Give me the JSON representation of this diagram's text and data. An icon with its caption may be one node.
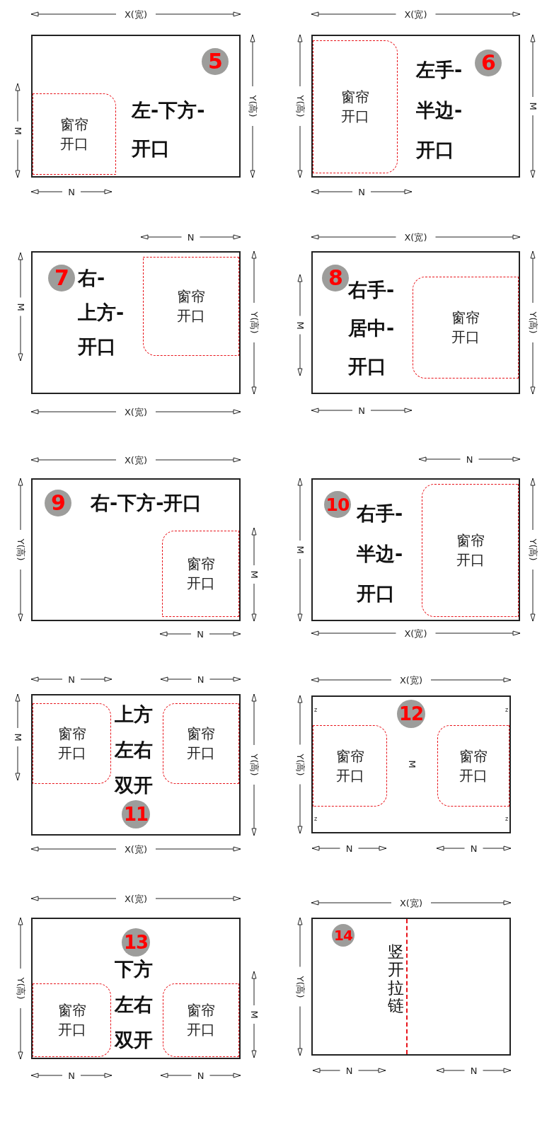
{
  "diagram": {
    "nodes": [
      {
        "text": [
          "左-下方-开口"
        ]
      },
      {
        "text": [
          "5"
        ],
        "in": 0
      },
      {
        "text": [
          "窗帘开口"
        ],
        "in": 0
      },
      {
        "text": [
          "左手-半边-开口"
        ]
      },
      {
        "text": [
          "6"
        ],
        "in": 3
      },
      {
        "text": [
          "窗帘开口"
        ],
        "in": 3
      },
      {
        "text": [
          "右-上方-开口"
        ]
      },
      {
        "text": [
          "7"
        ],
        "in": 6
      },
      {
        "text": [
          "窗帘开口"
        ],
        "in": 6
      },
      {
        "text": [
          "右手-居中-开口"
        ]
      },
      {
        "text": [
          "8"
        ],
        "in": 9
      },
      {
        "text": [
          "窗帘开口"
        ],
        "in": 9
      },
      {
        "text": [
          "右-下方-开口"
        ]
      },
      {
        "text": [
          "9"
        ],
        "in": 12
      },
      {
        "text": [
          "窗帘开口"
        ],
        "in": 12
      },
      {
        "text": [
          "右手-半边-开口"
        ]
      },
      {
        "text": [
          "10"
        ],
        "in": 15
      },
      {
        "text": [
          "窗帘开口"
        ],
        "in": 15
      },
      {
        "text": [
          "上方左右双开"
        ]
      },
      {
        "text": [
          "11"
        ],
        "in": 18
      },
      {
        "text": [
          "窗帘开口"
        ],
        "in": 18
      },
      {
        "text": [
          "窗帘开口"
        ],
        "in": 18
      },
      {
        "text": [],
        "shape": "box"
      },
      {
        "text": [
          "12"
        ],
        "in": 22
      },
      {
        "text": [
          "窗帘开口"
        ],
        "in": 22
      },
      {
        "text": [
          "窗帘开口"
        ],
        "in": 22
      },
      {
        "text": [
          "下方左右双开"
        ]
      },
      {
        "text": [
          "13"
        ],
        "in": 26
      },
      {
        "text": [
          "窗帘开口"
        ],
        "in": 26
      },
      {
        "text": [
          "窗帘开口"
        ],
        "in": 26
      },
      {
        "text": [
          "竖开拉链"
        ]
      },
      {
        "text": [
          "14"
        ],
        "in": 30
      }
    ],
    "labels": [
      "X(宽)",
      "M",
      "Y(高)",
      "N",
      "X(宽)",
      "Y(高)",
      "M",
      "N",
      "N",
      "M",
      "Y(高)",
      "X(宽)",
      "X(宽)",
      "M",
      "Y(高)",
      "N",
      "X(宽)",
      "Y(高)",
      "M",
      "N",
      "N",
      "M",
      "Y(高)",
      "X(宽)",
      "N",
      "N",
      "M",
      "Y(高)",
      "X(宽)",
      "X(宽)",
      "Y(高)",
      "z",
      "z",
      "M",
      "z",
      "z",
      "N",
      "N",
      "X(宽)",
      "Y(高)",
      "M",
      "N",
      "N",
      "X(宽)",
      "Y(高)",
      "N",
      "N"
    ]
  }
}
